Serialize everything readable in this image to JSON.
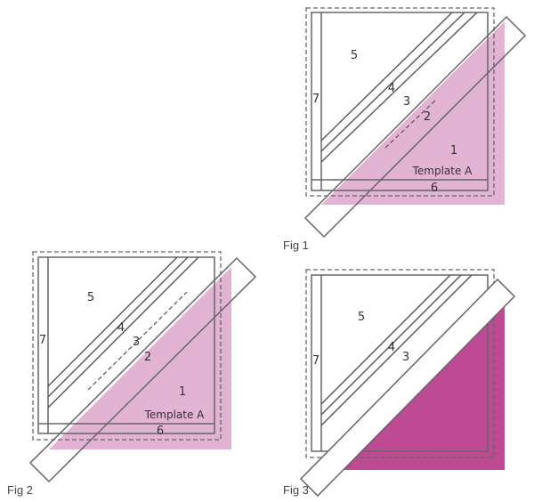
{
  "colors": {
    "light_pink": "#e3b3d3",
    "pink_alpha": "rgba(220,170,205,0.85)",
    "magenta": "#bd4a92",
    "line": "#666666"
  },
  "figures": [
    {
      "caption": "Fig 1",
      "labels": {
        "p1": "1",
        "p2": "2",
        "p3": "3",
        "p4": "4",
        "p5": "5",
        "p6": "6",
        "p7": "7",
        "template": "Template A"
      }
    },
    {
      "caption": "Fig 2",
      "labels": {
        "p1": "1",
        "p2": "2",
        "p3": "3",
        "p4": "4",
        "p5": "5",
        "p6": "6",
        "p7": "7",
        "template": "Template A"
      }
    },
    {
      "caption": "Fig 3",
      "labels": {
        "p3": "3",
        "p4": "4",
        "p5": "5",
        "p7": "7"
      }
    }
  ]
}
